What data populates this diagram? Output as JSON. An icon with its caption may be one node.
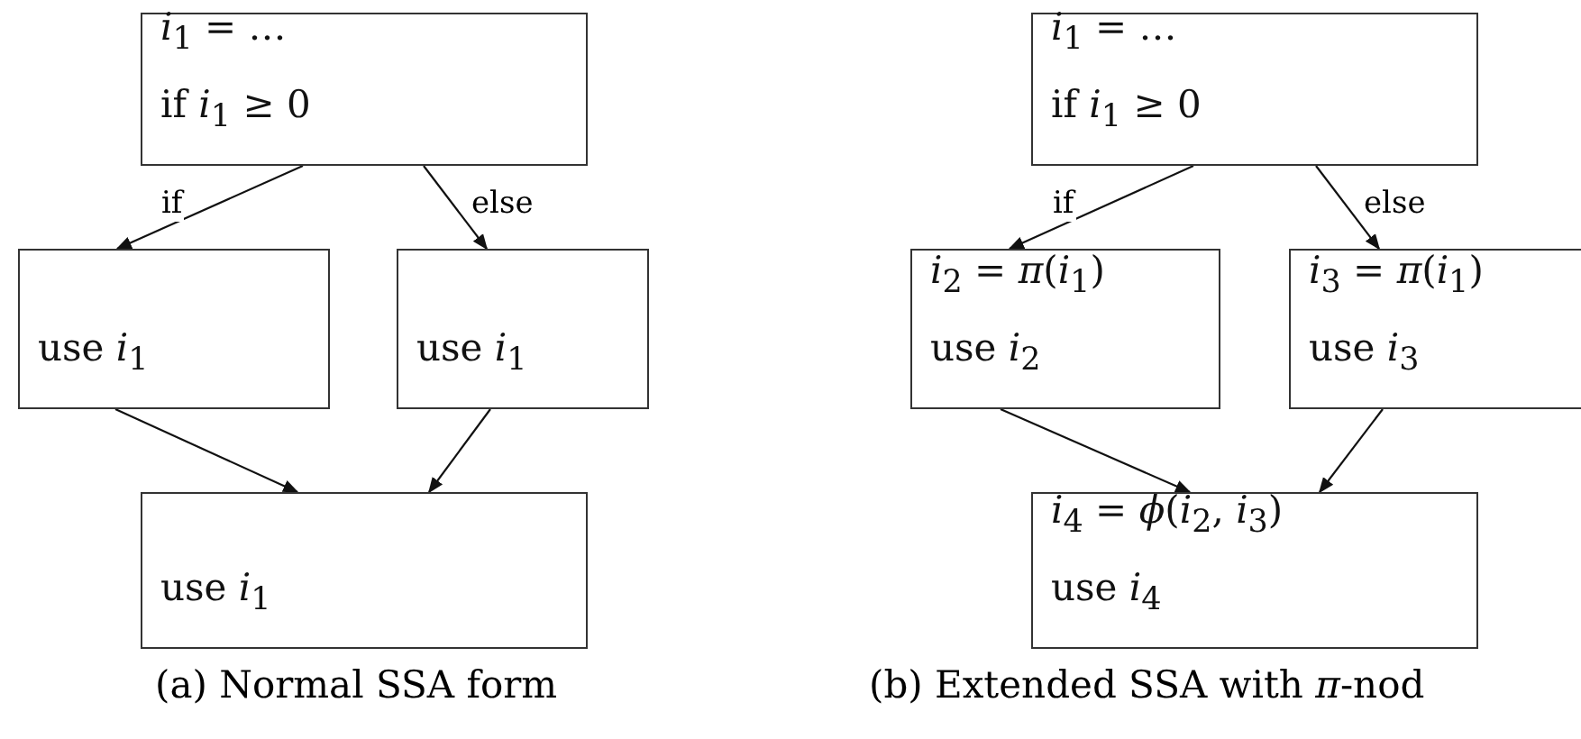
{
  "diagram": {
    "nodes": [
      {
        "text": [
          "*i*$_{1}$ = …",
          "if *i*$_{1}$ ≥ 0"
        ]
      },
      {
        "text": [
          "use *i*$_{1}$"
        ]
      },
      {
        "text": [
          "use *i*$_{1}$"
        ]
      },
      {
        "text": [
          "use *i*$_{1}$"
        ]
      },
      {
        "text": [
          "*i*$_{1}$ = …",
          "if *i*$_{1}$ ≥ 0"
        ]
      },
      {
        "text": [
          "*i*$_{2}$ = *π*(*i*$_{1}$)",
          "use *i*$_{2}$"
        ]
      },
      {
        "text": [
          "*i*$_{3}$ = *π*(*i*$_{1}$)",
          "use *i*$_{3}$"
        ]
      },
      {
        "text": [
          "*i*$_{4}$ = *ϕ*(*i*$_{2}$, *i*$_{3}$)",
          "use *i*$_{4}$"
        ]
      }
    ],
    "edges": [
      {
        "from": 0,
        "to": 1,
        "arrow": "to",
        "label": "if"
      },
      {
        "from": 0,
        "to": 2,
        "arrow": "to",
        "label": "else"
      },
      {
        "from": 1,
        "to": 3,
        "arrow": "to"
      },
      {
        "from": 2,
        "to": 3,
        "arrow": "to"
      },
      {
        "from": 4,
        "to": 5,
        "arrow": "to",
        "label": "if"
      },
      {
        "from": 4,
        "to": 6,
        "arrow": "to",
        "label": "else"
      },
      {
        "from": 5,
        "to": 7,
        "arrow": "to"
      },
      {
        "from": 6,
        "to": 7,
        "arrow": "to"
      }
    ],
    "labels": [
      "(a) Normal SSA form",
      "(b) Extended SSA with *π*-nod"
    ]
  }
}
